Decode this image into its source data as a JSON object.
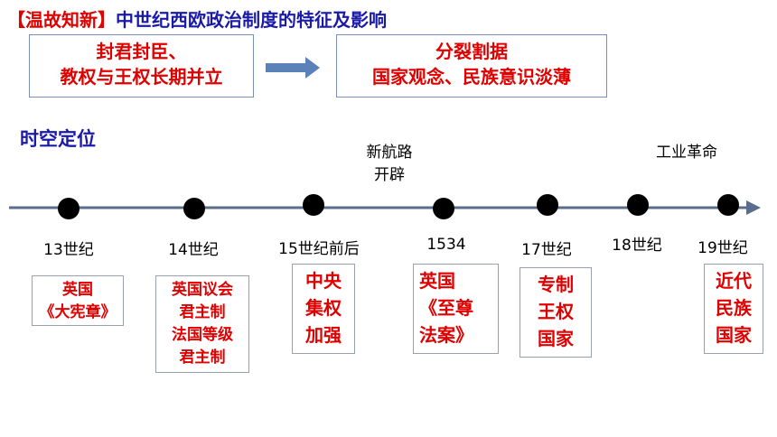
{
  "header": {
    "bracket": "【温故知新】",
    "title": "中世纪西欧政治制度的特征及影响"
  },
  "flow": {
    "left_line1": "封君封臣、",
    "left_line2": "教权与王权长期并立",
    "right_line1": "分裂割据",
    "right_line2": "国家观念、民族意识淡薄"
  },
  "section_title": "时空定位",
  "events_above": {
    "new_route_line1": "新航路",
    "new_route_line2": "开辟",
    "industrial": "工业革命"
  },
  "timeline": [
    {
      "label": "13世纪",
      "box": [
        "英国",
        "《大宪章》"
      ]
    },
    {
      "label": "14世纪",
      "box": [
        "英国议会",
        "君主制",
        "法国等级",
        "君主制"
      ]
    },
    {
      "label": "15世纪前后",
      "box": [
        "中央",
        "集权",
        "加强"
      ]
    },
    {
      "label": "1534",
      "box": [
        "英国",
        "《至尊",
        "法案》"
      ]
    },
    {
      "label": "17世纪",
      "box": [
        "专制",
        "王权",
        "国家"
      ]
    },
    {
      "label": "18世纪",
      "box": []
    },
    {
      "label": "19世纪",
      "box": [
        "近代",
        "民族",
        "国家"
      ]
    }
  ],
  "colors": {
    "red": "#e00000",
    "blue": "#1a1aa8",
    "arrow": "#5b82b8",
    "axis": "#5a6e8c"
  }
}
